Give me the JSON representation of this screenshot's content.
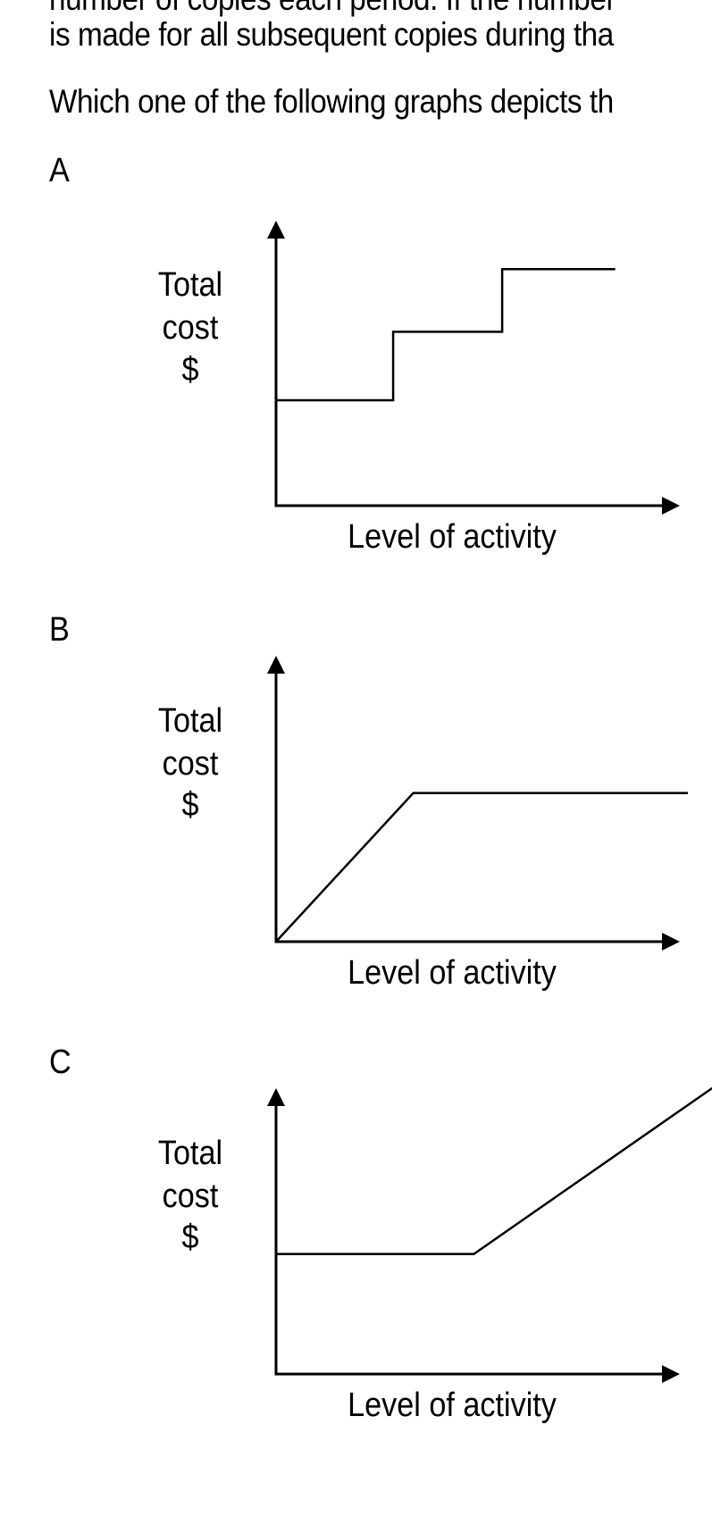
{
  "text": {
    "line1": "number of copies each period. If the number",
    "line2": "is made for all subsequent copies during tha",
    "line3": "Which one of the following graphs depicts th"
  },
  "chart_data": [
    {
      "option": "A",
      "type": "line",
      "ylabel": [
        "Total",
        "cost",
        "$"
      ],
      "xlabel": "Level of activity",
      "xlim": [
        0,
        10
      ],
      "ylim": [
        0,
        10
      ],
      "points": [
        [
          0,
          3.7
        ],
        [
          2.9,
          3.7
        ],
        [
          2.9,
          6.1
        ],
        [
          5.6,
          6.1
        ],
        [
          5.6,
          8.3
        ],
        [
          8.4,
          8.3
        ]
      ]
    },
    {
      "option": "B",
      "type": "line",
      "ylabel": [
        "Total",
        "cost",
        "$"
      ],
      "xlabel": "Level of activity",
      "xlim": [
        0,
        10
      ],
      "ylim": [
        0,
        10
      ],
      "points": [
        [
          0,
          0
        ],
        [
          3.4,
          5.2
        ],
        [
          10.2,
          5.2
        ]
      ]
    },
    {
      "option": "C",
      "type": "line",
      "ylabel": [
        "Total",
        "cost",
        "$"
      ],
      "xlabel": "Level of activity",
      "xlim": [
        0,
        10
      ],
      "ylim": [
        0,
        10
      ],
      "points": [
        [
          0,
          4.2
        ],
        [
          4.9,
          4.2
        ],
        [
          10.8,
          10
        ]
      ]
    }
  ]
}
